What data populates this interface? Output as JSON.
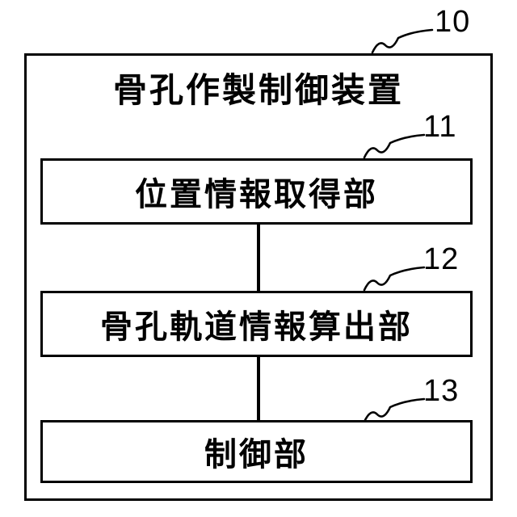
{
  "figure": {
    "device_label": "骨孔作製制御装置",
    "device_ref": "10",
    "blocks": [
      {
        "label": "位置情報取得部",
        "ref": "11"
      },
      {
        "label": "骨孔軌道情報算出部",
        "ref": "12"
      },
      {
        "label": "制御部",
        "ref": "13"
      }
    ],
    "ink_color": "#000000",
    "background_color": "#ffffff"
  }
}
